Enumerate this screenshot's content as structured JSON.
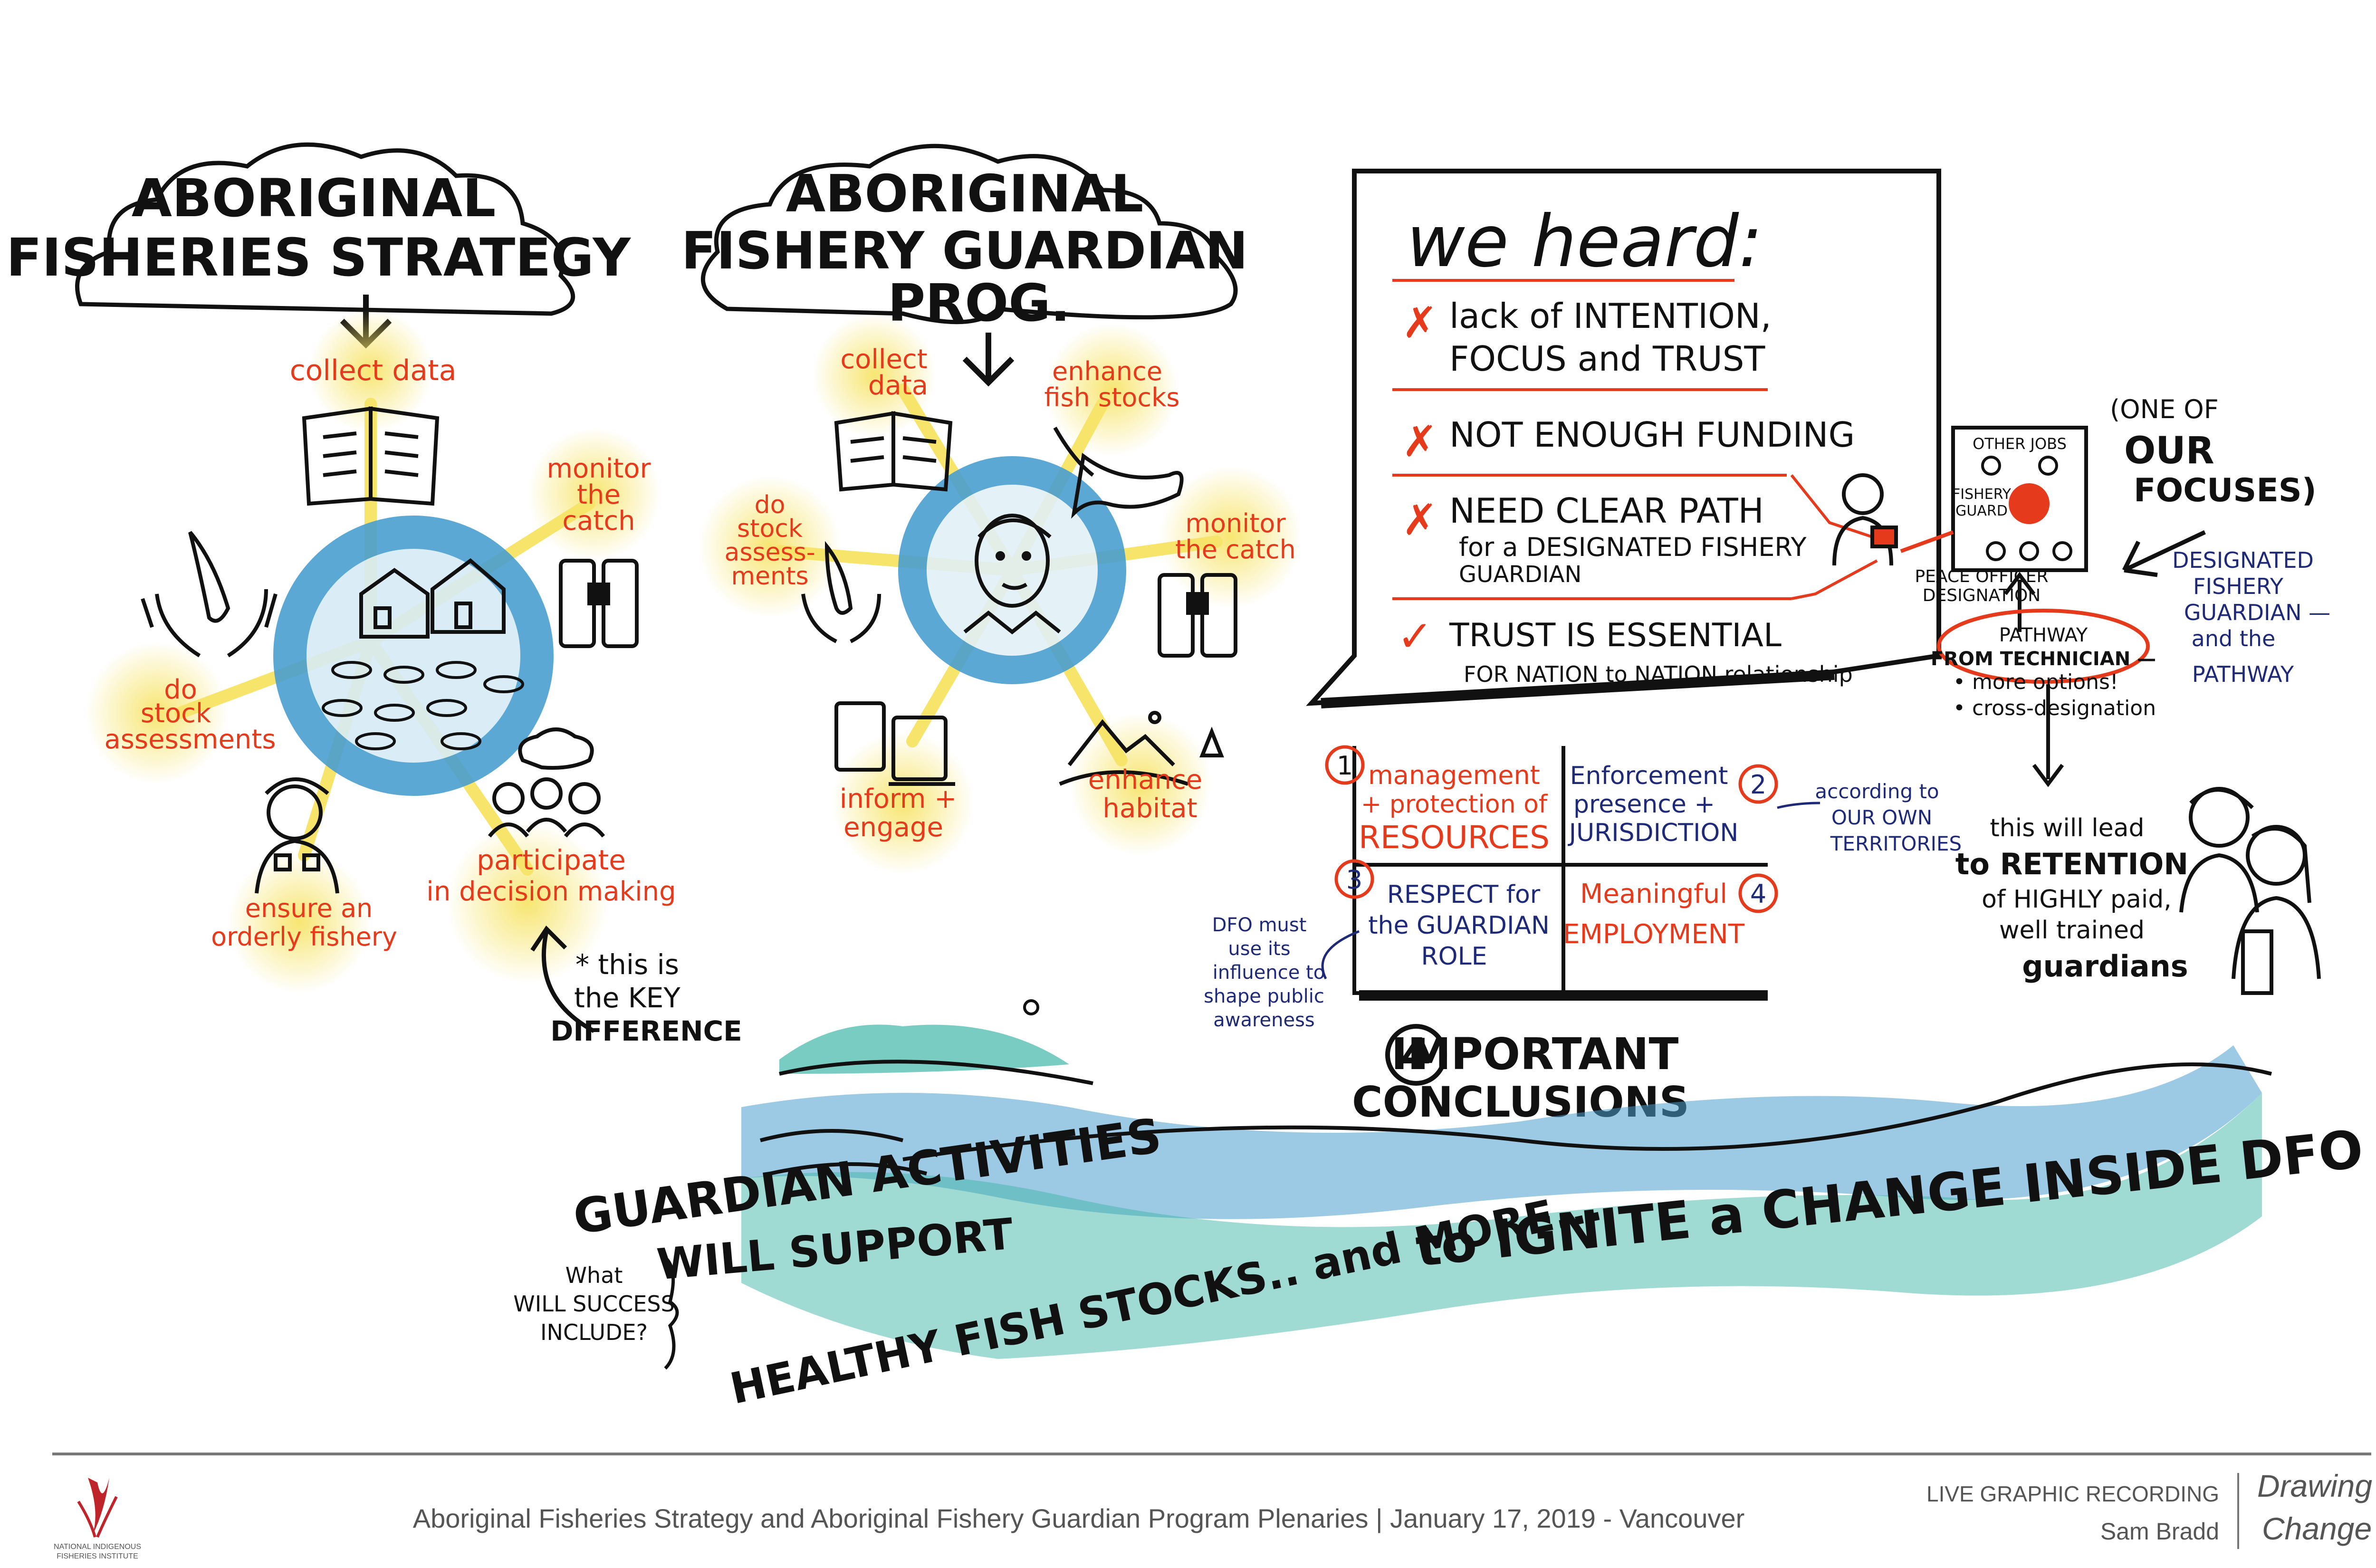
{
  "titles": {
    "afs_line1": "ABORIGINAL",
    "afs_line2": "FISHERIES STRATEGY",
    "afgp_line1": "ABORIGINAL",
    "afgp_line2": "FISHERY GUARDIAN",
    "afgp_line3": "PROG."
  },
  "afs_spokes": {
    "collect": "collect data",
    "monitor": [
      "monitor",
      "the",
      "catch"
    ],
    "stock": [
      "do",
      "stock",
      "assessments"
    ],
    "orderly": [
      "ensure an",
      "orderly fishery"
    ],
    "participate": [
      "participate",
      "in decision making"
    ]
  },
  "afgp_spokes": {
    "collect": [
      "collect",
      "data"
    ],
    "enhance_stocks": [
      "enhance",
      "fish stocks"
    ],
    "stock": [
      "do",
      "stock",
      "assess-",
      "ments"
    ],
    "monitor": [
      "monitor",
      "the catch"
    ],
    "inform": [
      "inform +",
      "engage"
    ],
    "habitat": [
      "enhance",
      "habitat"
    ]
  },
  "key_difference": [
    "* this is",
    "the KEY",
    "DIFFERENCE"
  ],
  "we_heard": {
    "title": "we heard:",
    "items": [
      {
        "mark": "✗",
        "lines": [
          "lack of INTENTION,",
          "FOCUS and TRUST"
        ]
      },
      {
        "mark": "✗",
        "lines": [
          "NOT ENOUGH FUNDING"
        ]
      },
      {
        "mark": "✗",
        "lines": [
          "NEED CLEAR PATH",
          "for a DESIGNATED FISHERY",
          "GUARDIAN"
        ]
      },
      {
        "mark": "✓",
        "lines": [
          "TRUST IS ESSENTIAL",
          "FOR NATION to NATION relationship"
        ]
      }
    ]
  },
  "pathway": {
    "peace_officer": [
      "PEACE OFFICER",
      "DESIGNATION"
    ],
    "other_jobs": "OTHER JOBS",
    "fishery_guard": [
      "FISHERY",
      "GUARD"
    ],
    "one_of": "(ONE OF",
    "our_focuses": [
      "OUR",
      "FOCUSES)"
    ],
    "designated": [
      "DESIGNATED",
      "FISHERY",
      "GUARDIAN —",
      "and the",
      "PATHWAY"
    ],
    "technician": [
      "PATHWAY",
      "FROM TECHNICIAN —"
    ],
    "bullets": [
      "• more options!",
      "• cross-designation"
    ],
    "retention": [
      "this will lead",
      "to RETENTION",
      "of HIGHLY paid,",
      "well trained",
      "guardians"
    ]
  },
  "conclusions": {
    "cells": [
      {
        "num": "1",
        "lines": [
          "management",
          "+ protection of",
          "RESOURCES"
        ]
      },
      {
        "num": "2",
        "lines": [
          "Enforcement",
          "presence +",
          "JURISDICTION"
        ]
      },
      {
        "num": "3",
        "lines": [
          "RESPECT for",
          "the GUARDIAN",
          "ROLE"
        ]
      },
      {
        "num": "4",
        "lines": [
          "Meaningful",
          "EMPLOYMENT"
        ]
      }
    ],
    "territories": [
      "according to",
      "OUR OWN",
      "TERRITORIES"
    ],
    "dfo_note": [
      "DFO must",
      "use its",
      "influence to",
      "shape public",
      "awareness"
    ],
    "label_num": "4",
    "label": [
      "IMPORTANT",
      "CONCLUSIONS"
    ]
  },
  "success": {
    "question": [
      "What",
      "WILL SUCCESS",
      "INCLUDE?"
    ],
    "line1": "GUARDIAN ACTIVITIES",
    "line2": "WILL SUPPORT",
    "line3": "HEALTHY FISH STOCKS.. and MORE...",
    "line4": "to IGNITE a CHANGE INSIDE DFO"
  },
  "footer": {
    "org": [
      "NATIONAL INDIGENOUS",
      "FISHERIES INSTITUTE"
    ],
    "caption": "Aboriginal Fisheries Strategy and Aboriginal Fishery Guardian Program Plenaries | January 17, 2019 - Vancouver",
    "live": "LIVE GRAPHIC RECORDING",
    "artist": "Sam Bradd",
    "brand": [
      "Drawing",
      "Change"
    ]
  },
  "colors": {
    "red": "#e63a1c",
    "navy": "#1e2a78",
    "yellow": "#f7e46a",
    "blue": "#4a9fd0",
    "teal": "#3fb6a8"
  }
}
